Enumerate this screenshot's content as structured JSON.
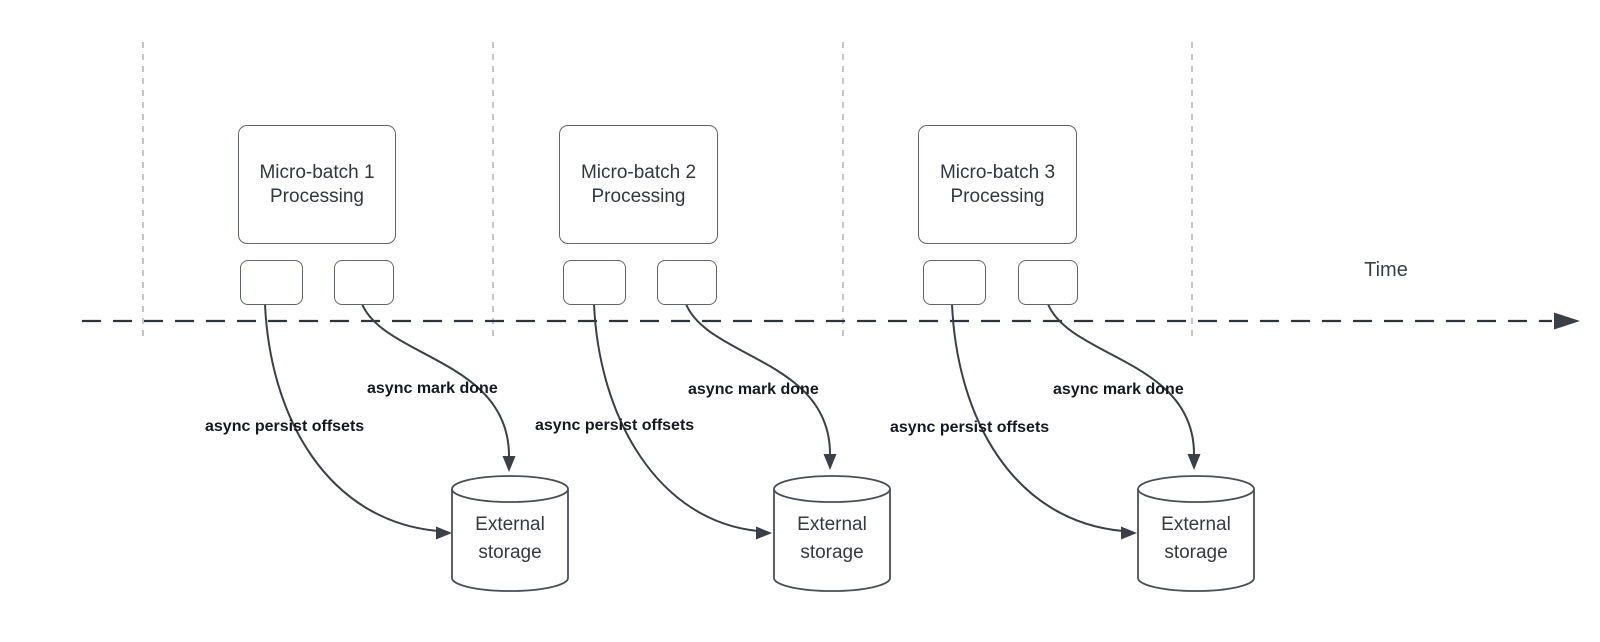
{
  "diagram": {
    "kind": "micro-batch streaming timeline",
    "time_axis": {
      "label": "Time"
    },
    "groups": [
      {
        "box_line1": "Micro-batch 1",
        "box_line2": "Processing",
        "persist_label": "async persist offsets",
        "mark_done_label": "async mark done",
        "storage_line1": "External",
        "storage_line2": "storage"
      },
      {
        "box_line1": "Micro-batch 2",
        "box_line2": "Processing",
        "persist_label": "async persist offsets",
        "mark_done_label": "async mark done",
        "storage_line1": "External",
        "storage_line2": "storage"
      },
      {
        "box_line1": "Micro-batch 3",
        "box_line2": "Processing",
        "persist_label": "async persist offsets",
        "mark_done_label": "async mark done",
        "storage_line1": "External",
        "storage_line2": "storage"
      }
    ],
    "colors": {
      "background": "#ffffff",
      "arrow_stroke": "#3a4046",
      "box_border": "#60656c",
      "box_text": "#32373e",
      "bold_label_text": "#16191d",
      "boundary_dash": "#b6b9bd",
      "cylinder_stroke": "#4a4f56"
    }
  }
}
